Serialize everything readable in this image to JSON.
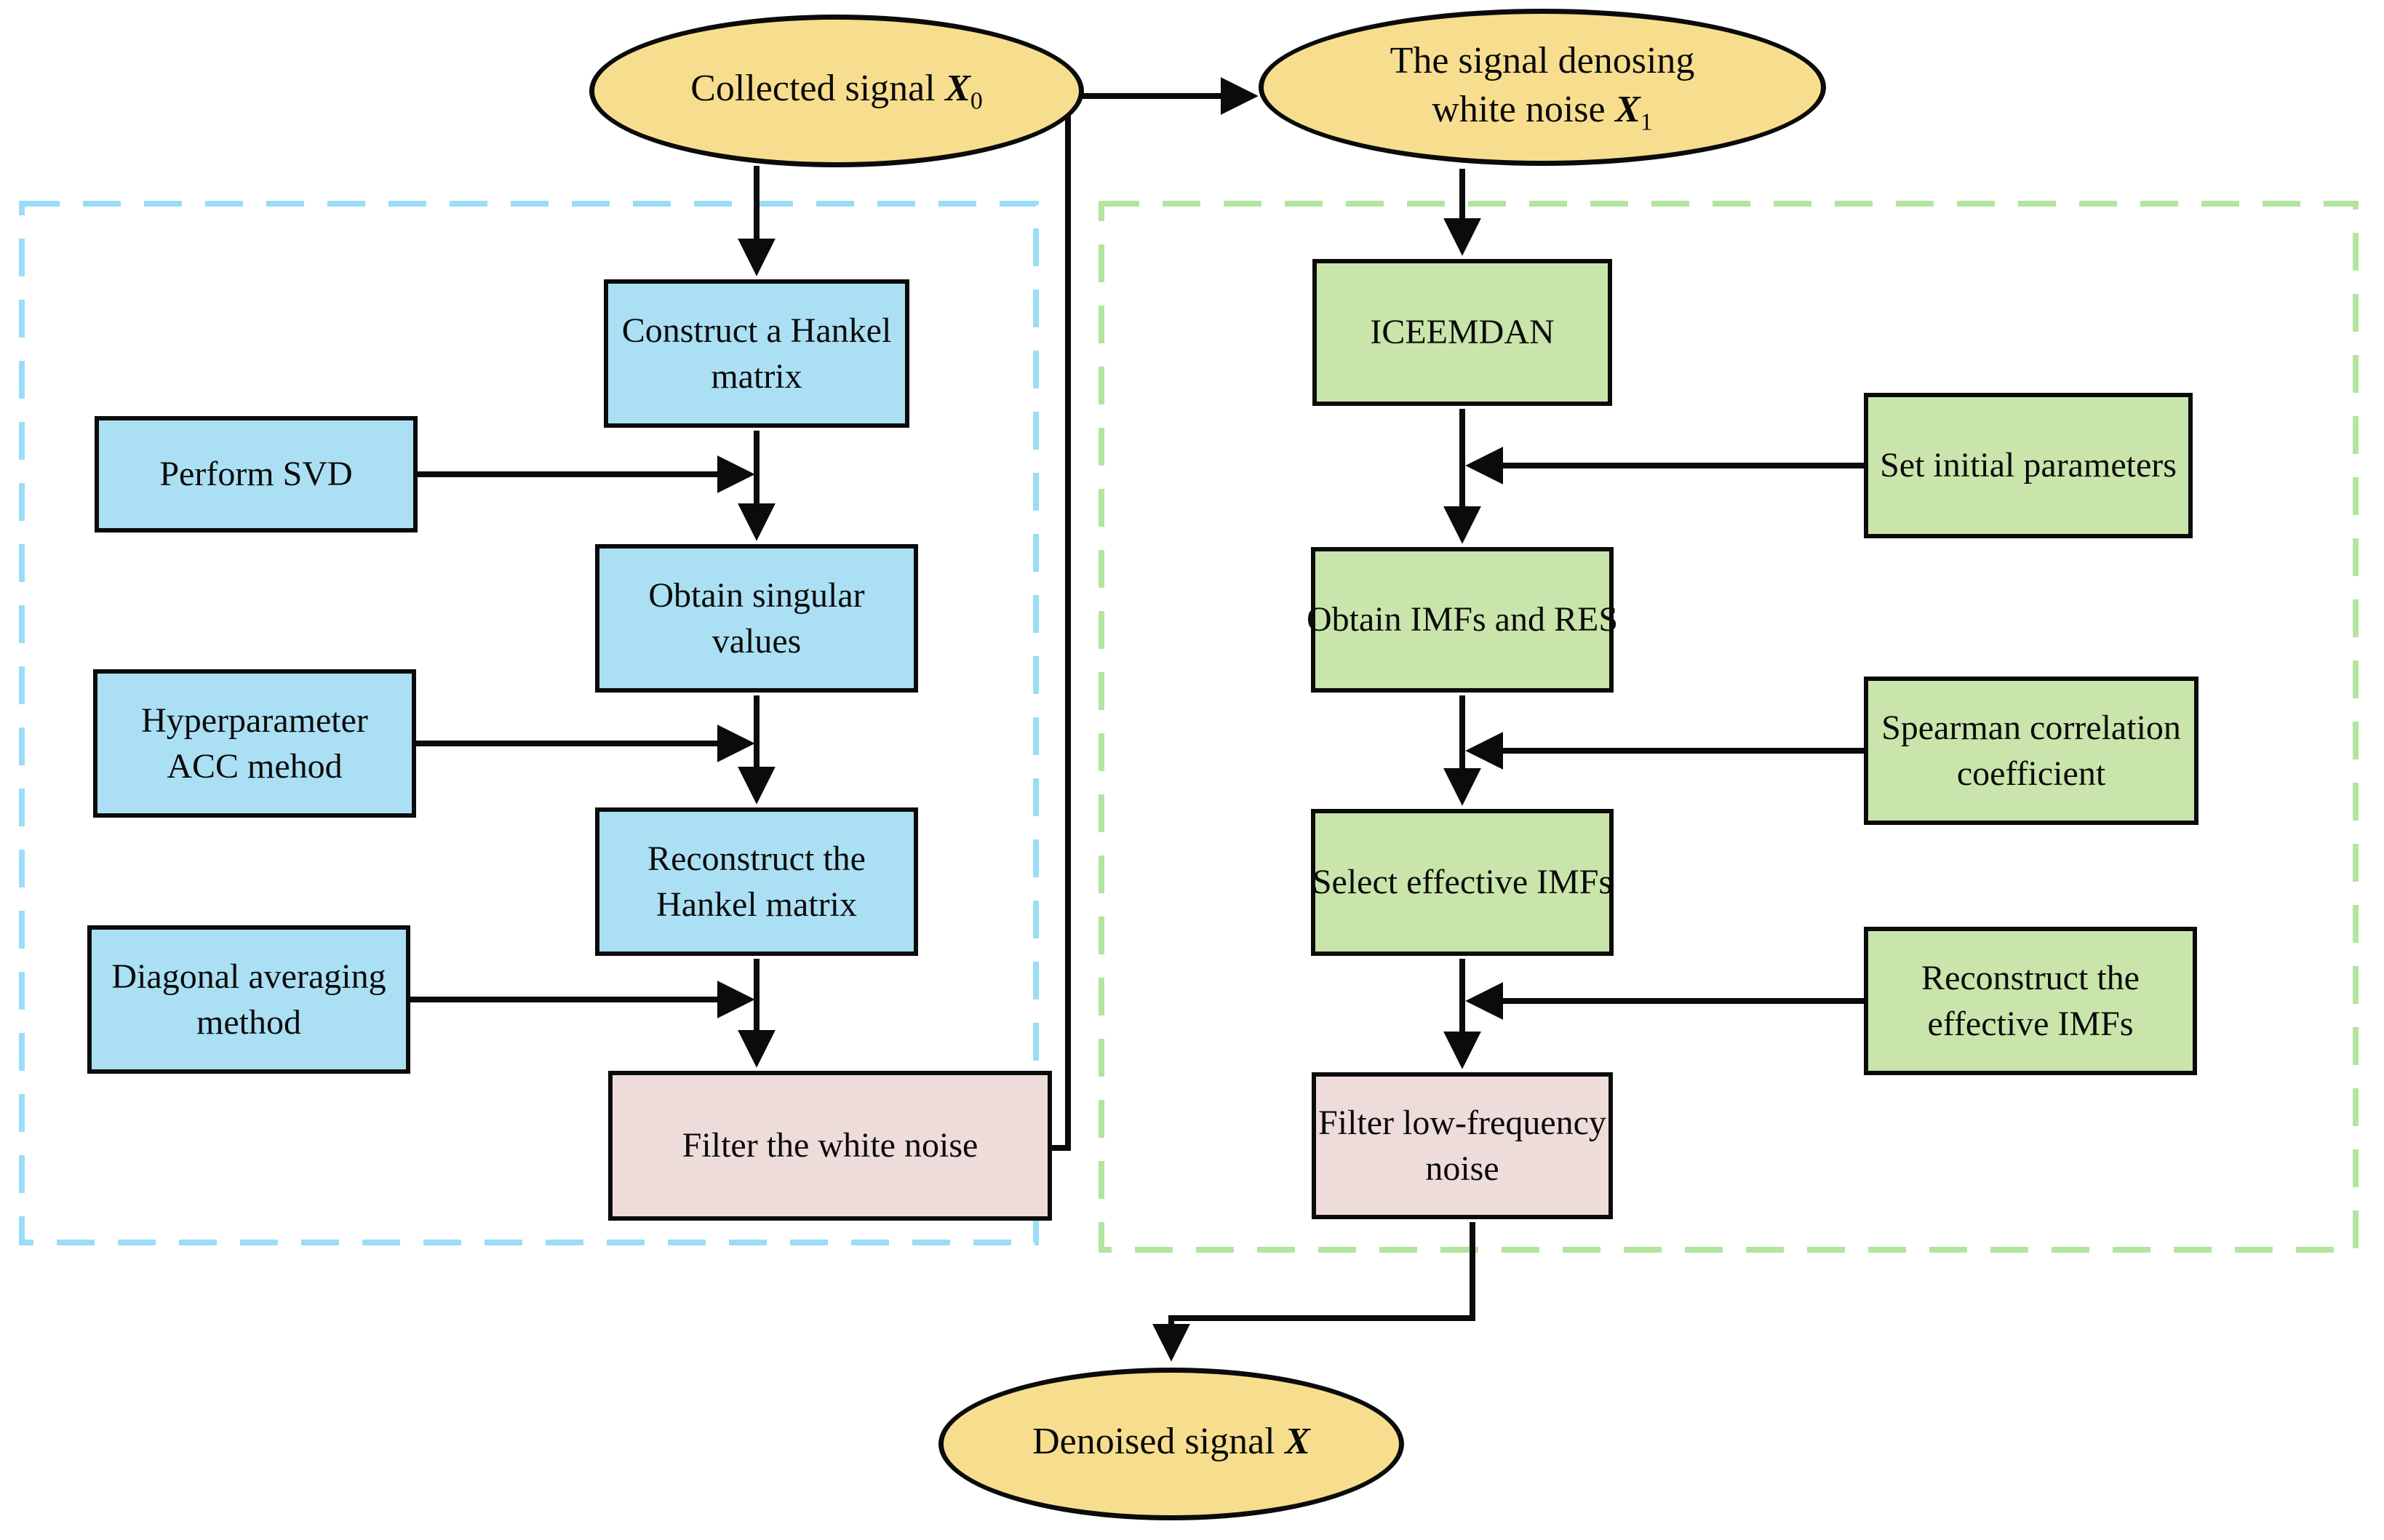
{
  "nodes": {
    "start": {
      "label": "Collected signal",
      "var": "X",
      "sub": "0"
    },
    "mid": {
      "line1": "The signal denosing",
      "line2": "white noise",
      "var": "X",
      "sub": "1"
    },
    "end": {
      "label": "Denoised signal",
      "var": "X",
      "sub": ""
    },
    "hankel": {
      "lines": [
        "Construct a Hankel",
        "matrix"
      ]
    },
    "svd": {
      "lines": [
        "Perform SVD"
      ]
    },
    "singular": {
      "lines": [
        "Obtain singular",
        "values"
      ]
    },
    "hyper": {
      "lines": [
        "Hyperparameter",
        "ACC mehod"
      ]
    },
    "reconstruct_hankel": {
      "lines": [
        "Reconstruct the",
        "Hankel matrix"
      ]
    },
    "diagonal": {
      "lines": [
        "Diagonal averaging",
        "method"
      ]
    },
    "filter_white": {
      "lines": [
        "Filter the white noise"
      ]
    },
    "iceemdan": {
      "lines": [
        "ICEEMDAN"
      ]
    },
    "set_params": {
      "lines": [
        "Set initial parameters"
      ]
    },
    "obtain_imfs": {
      "lines": [
        "Obtain IMFs and RES"
      ]
    },
    "spearman": {
      "lines": [
        "Spearman correlation",
        "coefficient"
      ]
    },
    "select_imfs": {
      "lines": [
        "Select effective IMFs"
      ]
    },
    "reconstruct_imfs": {
      "lines": [
        "Reconstruct the",
        "effective IMFs"
      ]
    },
    "filter_low": {
      "lines": [
        "Filter low-frequency",
        "noise"
      ]
    }
  },
  "colors": {
    "ellipse_fill": "#f7de8e",
    "blue_box_fill": "#abe0f4",
    "green_box_fill": "#c9e5ab",
    "pink_box_fill": "#eedcda",
    "blue_panel_dash": "#9addf6",
    "green_panel_dash": "#b2e59f",
    "line": "#0b0b0b"
  }
}
